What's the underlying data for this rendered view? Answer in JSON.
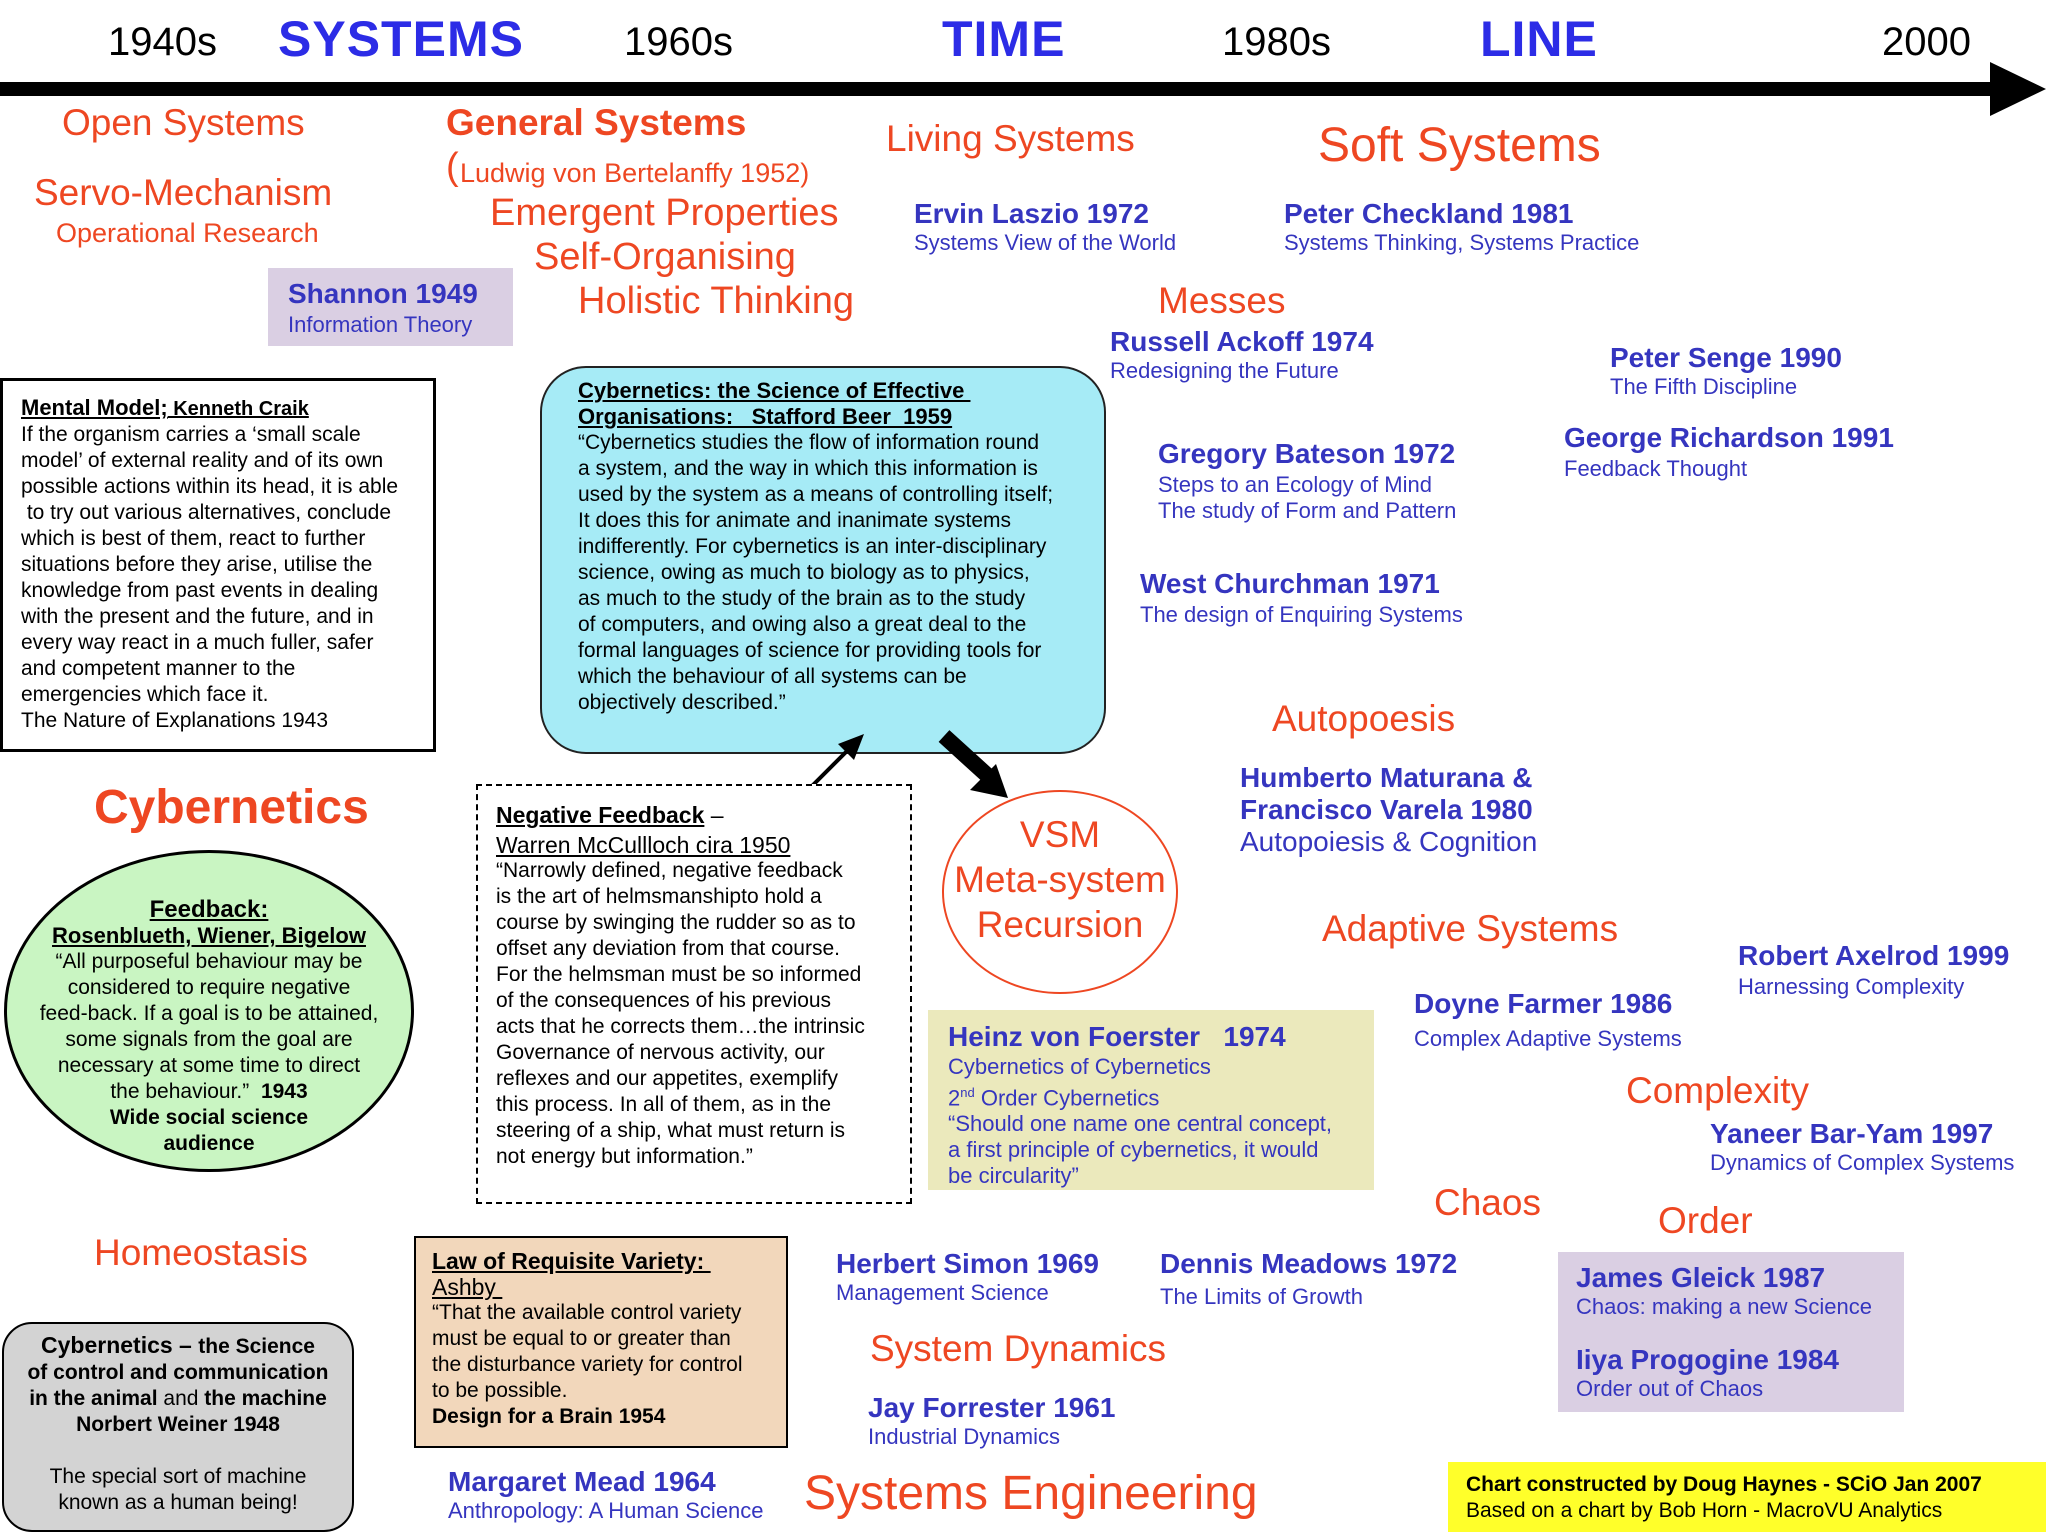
{
  "header": {
    "d1940": "1940s",
    "systems": "SYSTEMS",
    "d1960": "1960s",
    "time": "TIME",
    "d1980": "1980s",
    "line": "LINE",
    "d2000": "2000"
  },
  "concepts": {
    "open_systems": "Open Systems",
    "servo": "Servo-Mechanism",
    "op_research": "Operational Research",
    "general_systems": "General Systems",
    "bertalanffy_paren": "(",
    "bertalanffy": "Ludwig von Bertelanffy 1952)",
    "emergent": "Emergent Properties",
    "self_org": "Self-Organising",
    "holistic": "Holistic Thinking",
    "living_systems": "Living Systems",
    "soft_systems": "Soft Systems",
    "messes": "Messes",
    "cybernetics": "Cybernetics",
    "autopoesis": "Autopoesis",
    "adaptive": "Adaptive Systems",
    "complexity": "Complexity",
    "chaos": "Chaos",
    "order": "Order",
    "homeostasis": "Homeostasis",
    "system_dynamics": "System Dynamics",
    "systems_engineering": "Systems Engineering"
  },
  "people": {
    "shannon_name": "Shannon   1949",
    "shannon_work": "Information Theory",
    "laszio_name": "Ervin Laszio 1972",
    "laszio_work": "Systems View of the World",
    "checkland_name": "Peter Checkland  1981",
    "checkland_work": "Systems Thinking, Systems Practice",
    "ackoff_name": "Russell Ackoff 1974",
    "ackoff_work": "Redesigning the Future",
    "senge_name": "Peter Senge  1990",
    "senge_work": "The Fifth Discipline",
    "richardson_name": "George Richardson 1991",
    "richardson_work": "Feedback Thought",
    "bateson_name": "Gregory Bateson  1972",
    "bateson_work1": "Steps to an Ecology of Mind",
    "bateson_work2": "The study of Form and Pattern",
    "churchman_name": "West Churchman 1971",
    "churchman_work": "The design of Enquiring Systems",
    "maturana_name1": "Humberto Maturana &",
    "maturana_name2": "Francisco Varela  1980",
    "maturana_work": "Autopoiesis & Cognition",
    "axelrod_name": "Robert Axelrod   1999",
    "axelrod_work": "Harnessing Complexity",
    "farmer_name": "Doyne Farmer  1986",
    "farmer_work": "Complex Adaptive Systems",
    "baryam_name": "Yaneer Bar-Yam   1997",
    "baryam_work": "Dynamics of Complex Systems",
    "simon_name": "Herbert Simon  1969",
    "simon_work": "Management Science",
    "meadows_name": "Dennis Meadows  1972",
    "meadows_work": "The Limits of Growth",
    "gleick_name": "James Gleick   1987",
    "gleick_work": "Chaos: making a new Science",
    "progogine_name": "Iiya Progogine   1984",
    "progogine_work": "Order out of Chaos",
    "forrester_name": "Jay Forrester  1961",
    "forrester_work": "Industrial Dynamics",
    "mead_name": "Margaret Mead  1964",
    "mead_work": "Anthropology: A Human Science"
  },
  "mental_model": {
    "title": "Mental Model;",
    "author": " Kenneth Craik",
    "lines": [
      "If the organism carries a ‘small scale",
      "model’ of external reality and of its own",
      "possible actions within its head, it is able",
      " to try out various alternatives, conclude",
      "which is best of them, react to further",
      "situations before they arise, utilise the",
      "knowledge from past events in dealing",
      "with the present and the future, and in",
      "every way react in a much fuller, safer",
      "and competent manner to the",
      "emergencies which face it.",
      "The Nature of Explanations 1943"
    ]
  },
  "beer": {
    "title1": "Cybernetics: the Science of Effective ",
    "title2": "Organisations:   Stafford Beer  1959",
    "lines": [
      "“Cybernetics studies the flow of information round",
      "a system, and the way in which this information is",
      "used by the system as a means of controlling itself;",
      "It does this for animate and inanimate systems",
      "indifferently. For cybernetics is an inter-disciplinary",
      "science, owing as much to biology as to physics,",
      "as much to the study of the brain as to the study",
      "of computers, and owing also a great deal to the",
      "formal languages of science for providing tools for",
      "which the behaviour of all systems can be",
      "objectively described.”"
    ]
  },
  "feedback": {
    "title": "Feedback:",
    "authors": "Rosenblueth, Wiener, Bigelow",
    "lines": [
      "“All purposeful behaviour may be",
      "considered to require negative",
      "feed-back. If a goal is to be attained,",
      "some signals from the goal are",
      "necessary at some time to direct"
    ],
    "last_line": "the behaviour.”  ",
    "year": "1943",
    "audience1": "Wide social science",
    "audience2": "audience"
  },
  "negative_feedback": {
    "title": "Negative Feedback",
    "dash": " –",
    "author": "Warren McCullloch cira 1950",
    "lines": [
      "“Narrowly defined, negative feedback",
      "is the art of helmsmanshipto hold a",
      "course by swinging the rudder so as to",
      "offset any deviation from that course.",
      "For the helmsman must be so informed",
      "of the consequences of his previous",
      "acts that he corrects them…the intrinsic",
      "Governance of nervous activity, our",
      "reflexes and our appetites, exemplify",
      "this process. In all of them, as in the",
      "steering of a ship, what must return is",
      "not energy but information.”"
    ]
  },
  "vsm": {
    "l1": "VSM",
    "l2": "Meta-system",
    "l3": "Recursion"
  },
  "foerster": {
    "name": "Heinz von Foerster   1974",
    "work1": "Cybernetics of Cybernetics",
    "work2_pre": "2",
    "work2_sup": "nd",
    "work2_post": " Order Cybernetics",
    "quote": [
      "“Should one name one central concept,",
      "a first principle of cybernetics, it would",
      "be circularity”"
    ]
  },
  "ashby": {
    "title": "Law of Requisite Variety: ",
    "author": "Ashby ",
    "lines": [
      "“That the available control variety",
      "must be equal to or greater than",
      "the disturbance variety for control",
      "to be possible."
    ],
    "book": "Design for a Brain 1954"
  },
  "wiener": {
    "l1a": "Cybernetics – ",
    "l1b": "the Science",
    "l2": "of control and communication",
    "l3a": "in the animal ",
    "l3b": "and",
    "l3c": " the machine",
    "l4": "Norbert Weiner 1948",
    "l5": "The special sort of machine",
    "l6": "known as a human being!"
  },
  "credit": {
    "line1": "Chart constructed by Doug Haynes - SCiO Jan 2007",
    "line2": "Based on a chart by Bob Horn - MacroVU Analytics"
  },
  "colors": {
    "concept_red": "#ee4722",
    "person_blue": "#3535bf",
    "header_blue": "#2c2ce6",
    "beer_box": "#a6ebf6",
    "feedback_ellipse": "#c9f5c2",
    "foerster_box": "#ebe9bc",
    "ashby_box": "#f2d7bb",
    "wiener_box": "#d3d3d3",
    "lilac_box": "#dacfe3",
    "credit_box": "#ffff2a"
  }
}
